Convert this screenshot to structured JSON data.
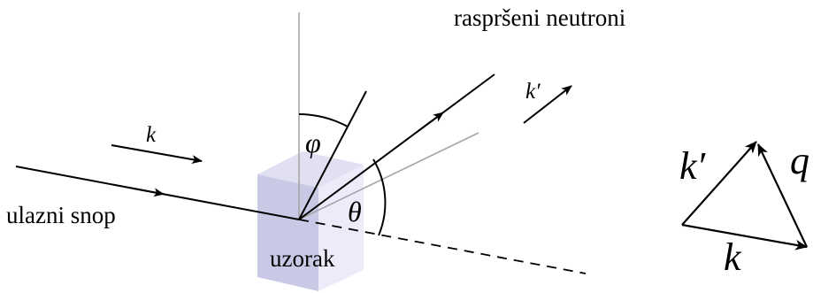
{
  "labels": {
    "scattered": "raspršeni neutroni",
    "incoming": "ulazni snop",
    "sample": "uzorak"
  },
  "symbols": {
    "k_in": "k",
    "k_out": "k′",
    "phi": "φ",
    "theta": "θ",
    "tri_k_out": "k′",
    "tri_q": "q",
    "tri_k": "k"
  },
  "colors": {
    "ink": "#000000",
    "axis_gray": "#a6a6a6",
    "cube_front": "#c9c9e6",
    "cube_top": "#e0e0f2",
    "cube_side": "#ecebfa"
  }
}
